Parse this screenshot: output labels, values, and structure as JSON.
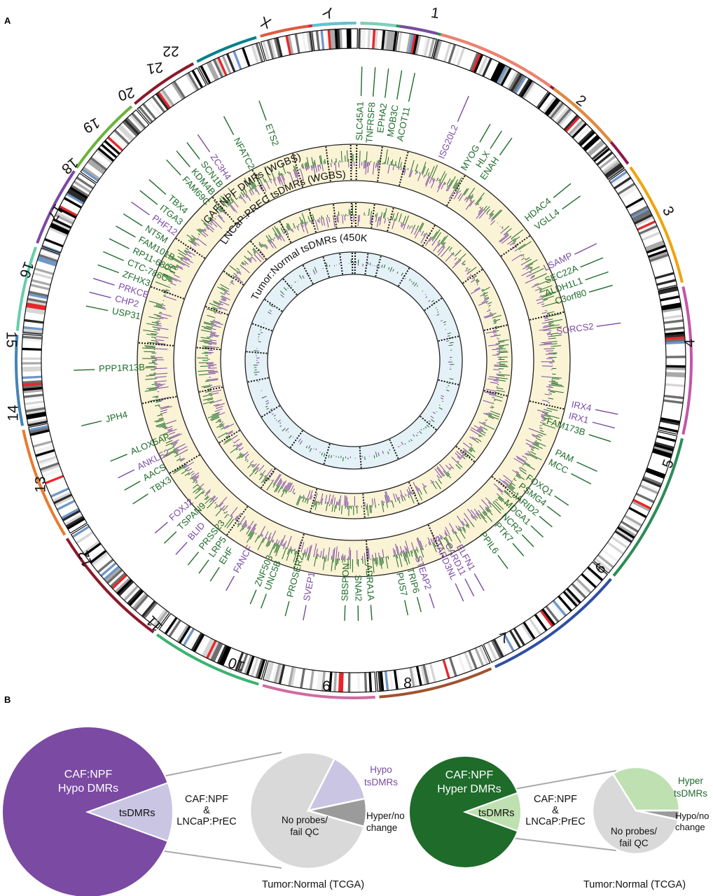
{
  "panel_a": {
    "label": "A",
    "chromosomes": [
      "1",
      "2",
      "3",
      "4",
      "5",
      "6",
      "7",
      "8",
      "9",
      "10",
      "11",
      "12",
      "13",
      "14",
      "15",
      "16",
      "17",
      "18",
      "19",
      "20",
      "21",
      "22",
      "X",
      "Y"
    ],
    "chromosome_colors": [
      "#d7263d",
      "#2e8b57",
      "#8b1a4a",
      "#f0a30a",
      "#c255a8",
      "#2e8b57",
      "#2f4fa3",
      "#a0522d",
      "#cf6ba0",
      "#3cb371",
      "#8b1a2a",
      "#e87b2e",
      "#4682b4",
      "#66cdaa",
      "#7b4aa3",
      "#6bb33a",
      "#8b1a2a",
      "#00808a",
      "#e05a3a",
      "#5fc3d2",
      "#7ccfb8",
      "#7b4aa3",
      "#f08070",
      "#e08c3a"
    ],
    "track_labels": {
      "outer": "CAF:NPF DMRs (WGBS)",
      "middle": "LNCaP:PREC tsDMRs (WGBS)",
      "inner": "Tumor:Normal tsDMRs (450K)"
    },
    "genes": [
      {
        "name": "SLC45A1",
        "color": "#1e6b2a"
      },
      {
        "name": "TNFRSF8",
        "color": "#1e6b2a"
      },
      {
        "name": "EPHA2",
        "color": "#1e6b2a"
      },
      {
        "name": "MOB3C",
        "color": "#1e6b2a"
      },
      {
        "name": "ACOT11",
        "color": "#1e6b2a"
      },
      {
        "name": "ISG20L2",
        "color": "#7b4aa3"
      },
      {
        "name": "MYOG",
        "color": "#1e6b2a"
      },
      {
        "name": "HLX",
        "color": "#1e6b2a"
      },
      {
        "name": "ENAH",
        "color": "#1e6b2a"
      },
      {
        "name": "HDAC4",
        "color": "#1e6b2a"
      },
      {
        "name": "VGLL4",
        "color": "#1e6b2a"
      },
      {
        "name": "LSAMP",
        "color": "#7b4aa3"
      },
      {
        "name": "SEC22A",
        "color": "#1e6b2a"
      },
      {
        "name": "ALDH1L1",
        "color": "#1e6b2a"
      },
      {
        "name": "C3orf80",
        "color": "#1e6b2a"
      },
      {
        "name": "SORCS2",
        "color": "#7b4aa3"
      },
      {
        "name": "IRX4",
        "color": "#7b4aa3"
      },
      {
        "name": "IRX1",
        "color": "#7b4aa3"
      },
      {
        "name": "FAM173B",
        "color": "#1e6b2a"
      },
      {
        "name": "PAM",
        "color": "#1e6b2a"
      },
      {
        "name": "MCC",
        "color": "#1e6b2a"
      },
      {
        "name": "FOXQ1",
        "color": "#1e6b2a"
      },
      {
        "name": "PSMG4",
        "color": "#1e6b2a"
      },
      {
        "name": "JARID2",
        "color": "#1e6b2a"
      },
      {
        "name": "MDGA1",
        "color": "#1e6b2a"
      },
      {
        "name": "NCR2",
        "color": "#1e6b2a"
      },
      {
        "name": "PTK7",
        "color": "#1e6b2a"
      },
      {
        "name": "PPIL6",
        "color": "#1e6b2a"
      },
      {
        "name": "ELFN1",
        "color": "#7b4aa3"
      },
      {
        "name": "CARD11",
        "color": "#7b4aa3"
      },
      {
        "name": "STARD3NL",
        "color": "#7b4aa3"
      },
      {
        "name": "STEAP2",
        "color": "#7b4aa3"
      },
      {
        "name": "TRIP6",
        "color": "#1e6b2a"
      },
      {
        "name": "PUS7",
        "color": "#1e6b2a"
      },
      {
        "name": "ADRA1A",
        "color": "#1e6b2a"
      },
      {
        "name": "SNAI2",
        "color": "#1e6b2a"
      },
      {
        "name": "SBSPON",
        "color": "#1e6b2a"
      },
      {
        "name": "SVEP1",
        "color": "#7b4aa3"
      },
      {
        "name": "PROSER2",
        "color": "#1e6b2a"
      },
      {
        "name": "UNC5B",
        "color": "#1e6b2a"
      },
      {
        "name": "ZNF503",
        "color": "#1e6b2a"
      },
      {
        "name": "FANCF",
        "color": "#7b4aa3"
      },
      {
        "name": "EHF",
        "color": "#1e6b2a"
      },
      {
        "name": "LRP5",
        "color": "#1e6b2a"
      },
      {
        "name": "PRSS23",
        "color": "#1e6b2a"
      },
      {
        "name": "BLID",
        "color": "#7b4aa3"
      },
      {
        "name": "TSPAN9",
        "color": "#1e6b2a"
      },
      {
        "name": "FOXJ2",
        "color": "#7b4aa3"
      },
      {
        "name": "TBX3",
        "color": "#1e6b2a"
      },
      {
        "name": "AACS",
        "color": "#1e6b2a"
      },
      {
        "name": "ANKLE2",
        "color": "#7b4aa3"
      },
      {
        "name": "ALOX5AP",
        "color": "#1e6b2a"
      },
      {
        "name": "JPH4",
        "color": "#1e6b2a"
      },
      {
        "name": "PPP1R13B",
        "color": "#1e6b2a"
      },
      {
        "name": "USP31",
        "color": "#1e6b2a"
      },
      {
        "name": "CHP2",
        "color": "#7b4aa3"
      },
      {
        "name": "PRKCB",
        "color": "#7b4aa3"
      },
      {
        "name": "ZFHX3",
        "color": "#1e6b2a"
      },
      {
        "name": "CTC-786C",
        "color": "#1e6b2a"
      },
      {
        "name": "RP11-680C",
        "color": "#1e6b2a"
      },
      {
        "name": "FAM101B",
        "color": "#1e6b2a"
      },
      {
        "name": "NT5M",
        "color": "#1e6b2a"
      },
      {
        "name": "PHF12",
        "color": "#7b4aa3"
      },
      {
        "name": "ITGA3",
        "color": "#1e6b2a"
      },
      {
        "name": "TBX4",
        "color": "#1e6b2a"
      },
      {
        "name": "FAM69C",
        "color": "#1e6b2a"
      },
      {
        "name": "KDM4B",
        "color": "#1e6b2a"
      },
      {
        "name": "SCN1B",
        "color": "#1e6b2a"
      },
      {
        "name": "ZC3H4",
        "color": "#7b4aa3"
      },
      {
        "name": "NFATC2",
        "color": "#1e6b2a"
      },
      {
        "name": "ETS2",
        "color": "#1e6b2a"
      }
    ]
  },
  "panel_b": {
    "label": "B",
    "left": {
      "big_label_1": "CAF:NPF",
      "big_label_2": "Hypo DMRs",
      "slice_label": "tsDMRs",
      "connector_1": "CAF:NPF",
      "connector_2": "&",
      "connector_3": "LNCaP:PrEC",
      "small_slice_label_1": "Hypo",
      "small_slice_label_2": "tsDMRs",
      "other_label_1": "Hyper/no",
      "other_label_2": "change",
      "rest_label_1": "No probes/",
      "rest_label_2": "fail QC",
      "caption": "Tumor:Normal (TCGA)",
      "color": "#7b4aa3",
      "slice_color": "#c9c5e3"
    },
    "right": {
      "big_label_1": "CAF:NPF",
      "big_label_2": "Hyper DMRs",
      "slice_label": "tsDMRs",
      "connector_1": "CAF:NPF",
      "connector_2": "&",
      "connector_3": "LNCaP:PrEC",
      "small_slice_label_1": "Hyper",
      "small_slice_label_2": "tsDMRs",
      "other_label_1": "Hypo/no",
      "other_label_2": "change",
      "rest_label_1": "No probes/",
      "rest_label_2": "fail QC",
      "caption": "Tumor:Normal (TCGA)",
      "color": "#1e6b2a",
      "slice_color": "#bfe0b0"
    }
  }
}
